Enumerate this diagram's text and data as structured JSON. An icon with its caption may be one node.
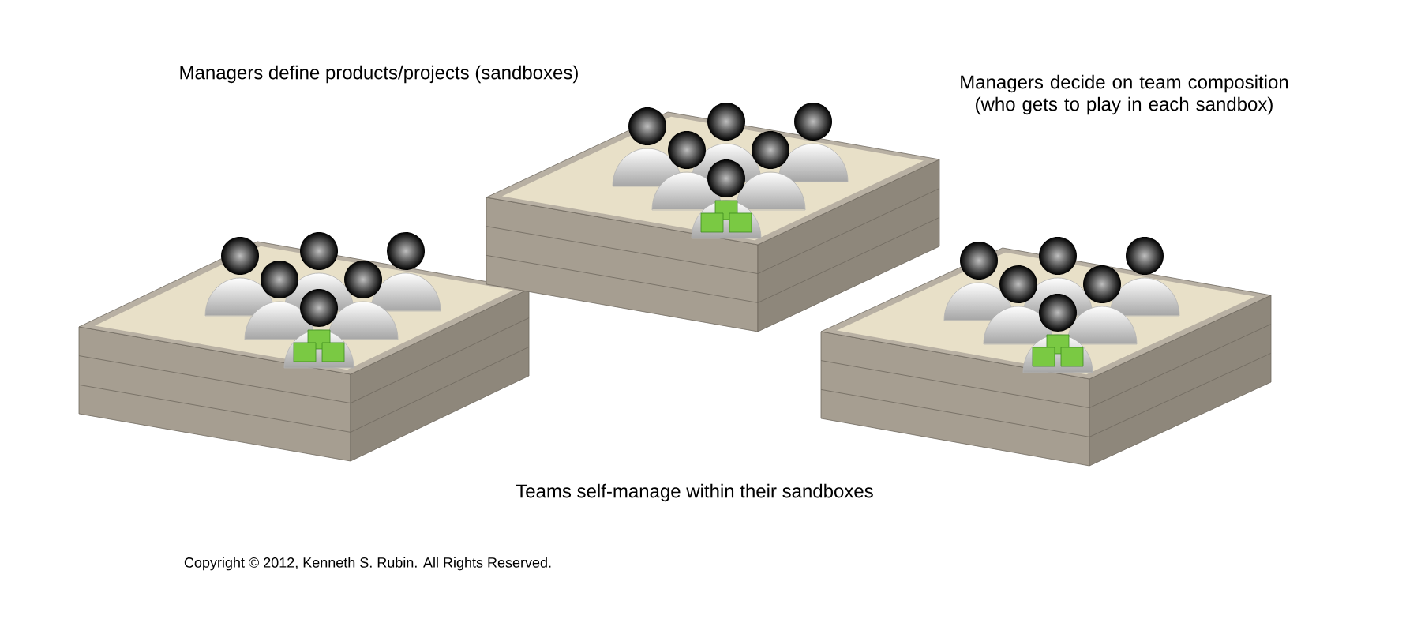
{
  "diagram": {
    "labels": [
      "Managers define products/projects (sandboxes)",
      "Managers decide on team composition (who gets to play in each sandbox)",
      "Teams self-manage within their sandboxes",
      "Copyright © 2012, Kenneth S. Rubin. All Rights Reserved."
    ]
  }
}
